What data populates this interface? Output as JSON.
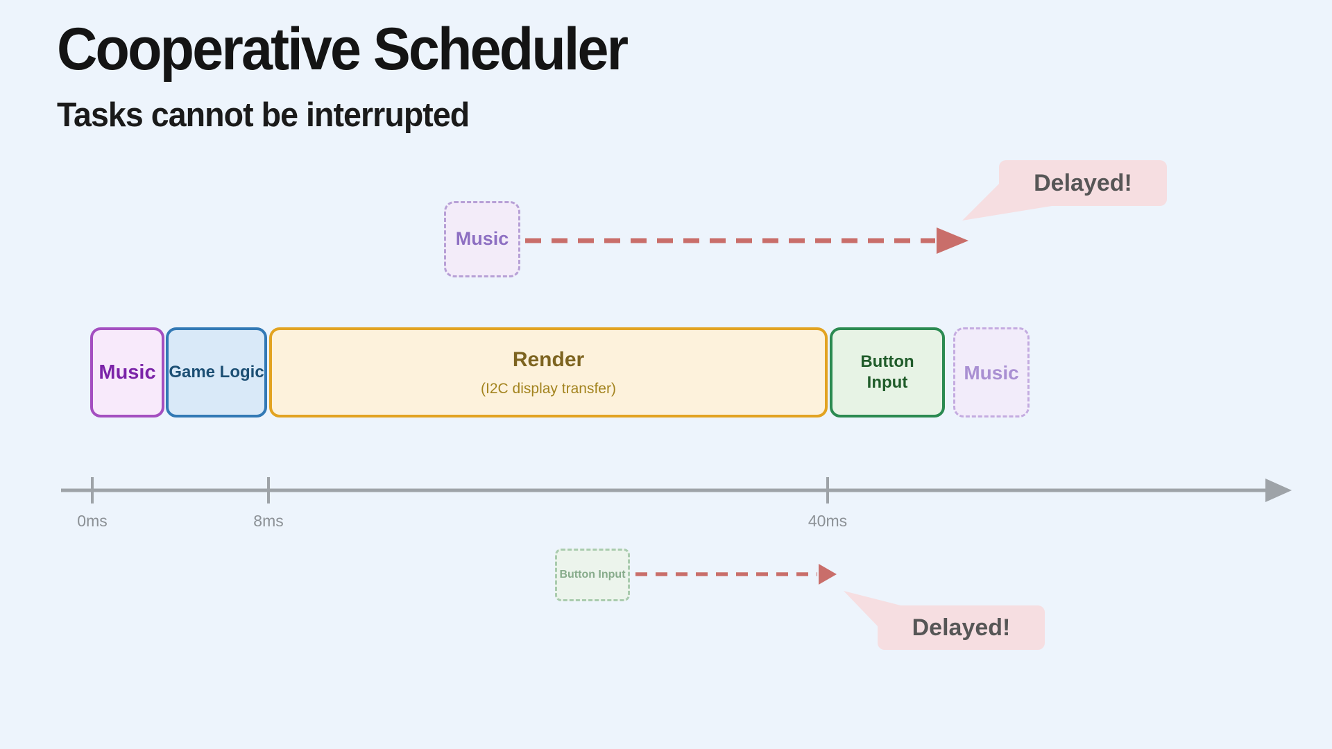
{
  "slide": {
    "title": "Cooperative Scheduler",
    "subtitle": "Tasks cannot be interrupted"
  },
  "palette": {
    "background": "#edf4fc",
    "music_accent": "#a44fc0",
    "game_logic_accent": "#3279b5",
    "render_accent": "#e2a321",
    "button_input_accent": "#2b8a51",
    "ghost_purple_accent": "#c4abe0",
    "ghost_green_accent": "#a9cbae",
    "delay_arrow": "#c96e6a",
    "callout_bg": "#f6dee1",
    "callout_text": "#565656",
    "timeline": "#9ea3a8"
  },
  "tasks": {
    "main_row": [
      {
        "label": "Music"
      },
      {
        "label": "Game Logic"
      },
      {
        "label": "Render",
        "sublabel": "(I2C display transfer)"
      },
      {
        "label": "Button Input"
      },
      {
        "label": "Music",
        "ghost": true
      }
    ],
    "queued_music": {
      "label": "Music"
    },
    "queued_button_input": {
      "label": "Button Input"
    }
  },
  "timeline": {
    "ticks": [
      "0ms",
      "8ms",
      "40ms"
    ]
  },
  "callouts": {
    "top": "Delayed!",
    "bottom": "Delayed!"
  }
}
